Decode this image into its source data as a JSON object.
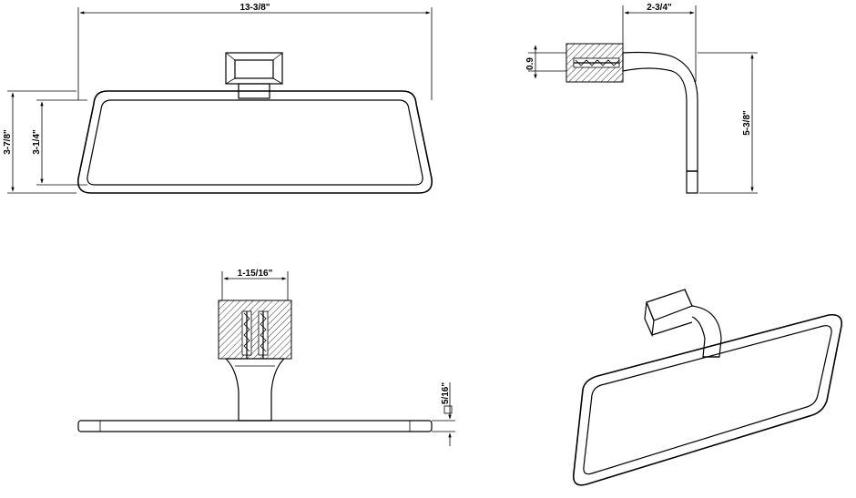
{
  "dimensions": {
    "overall_width": "13-3/8\"",
    "overall_height": "3-7/8\"",
    "inner_height": "3-1/4\"",
    "projection": "2-3/4\"",
    "mount_height": "0.9",
    "drop": "5-3/8\"",
    "base_width": "1-15/16\"",
    "bar_section": "5/16\""
  }
}
